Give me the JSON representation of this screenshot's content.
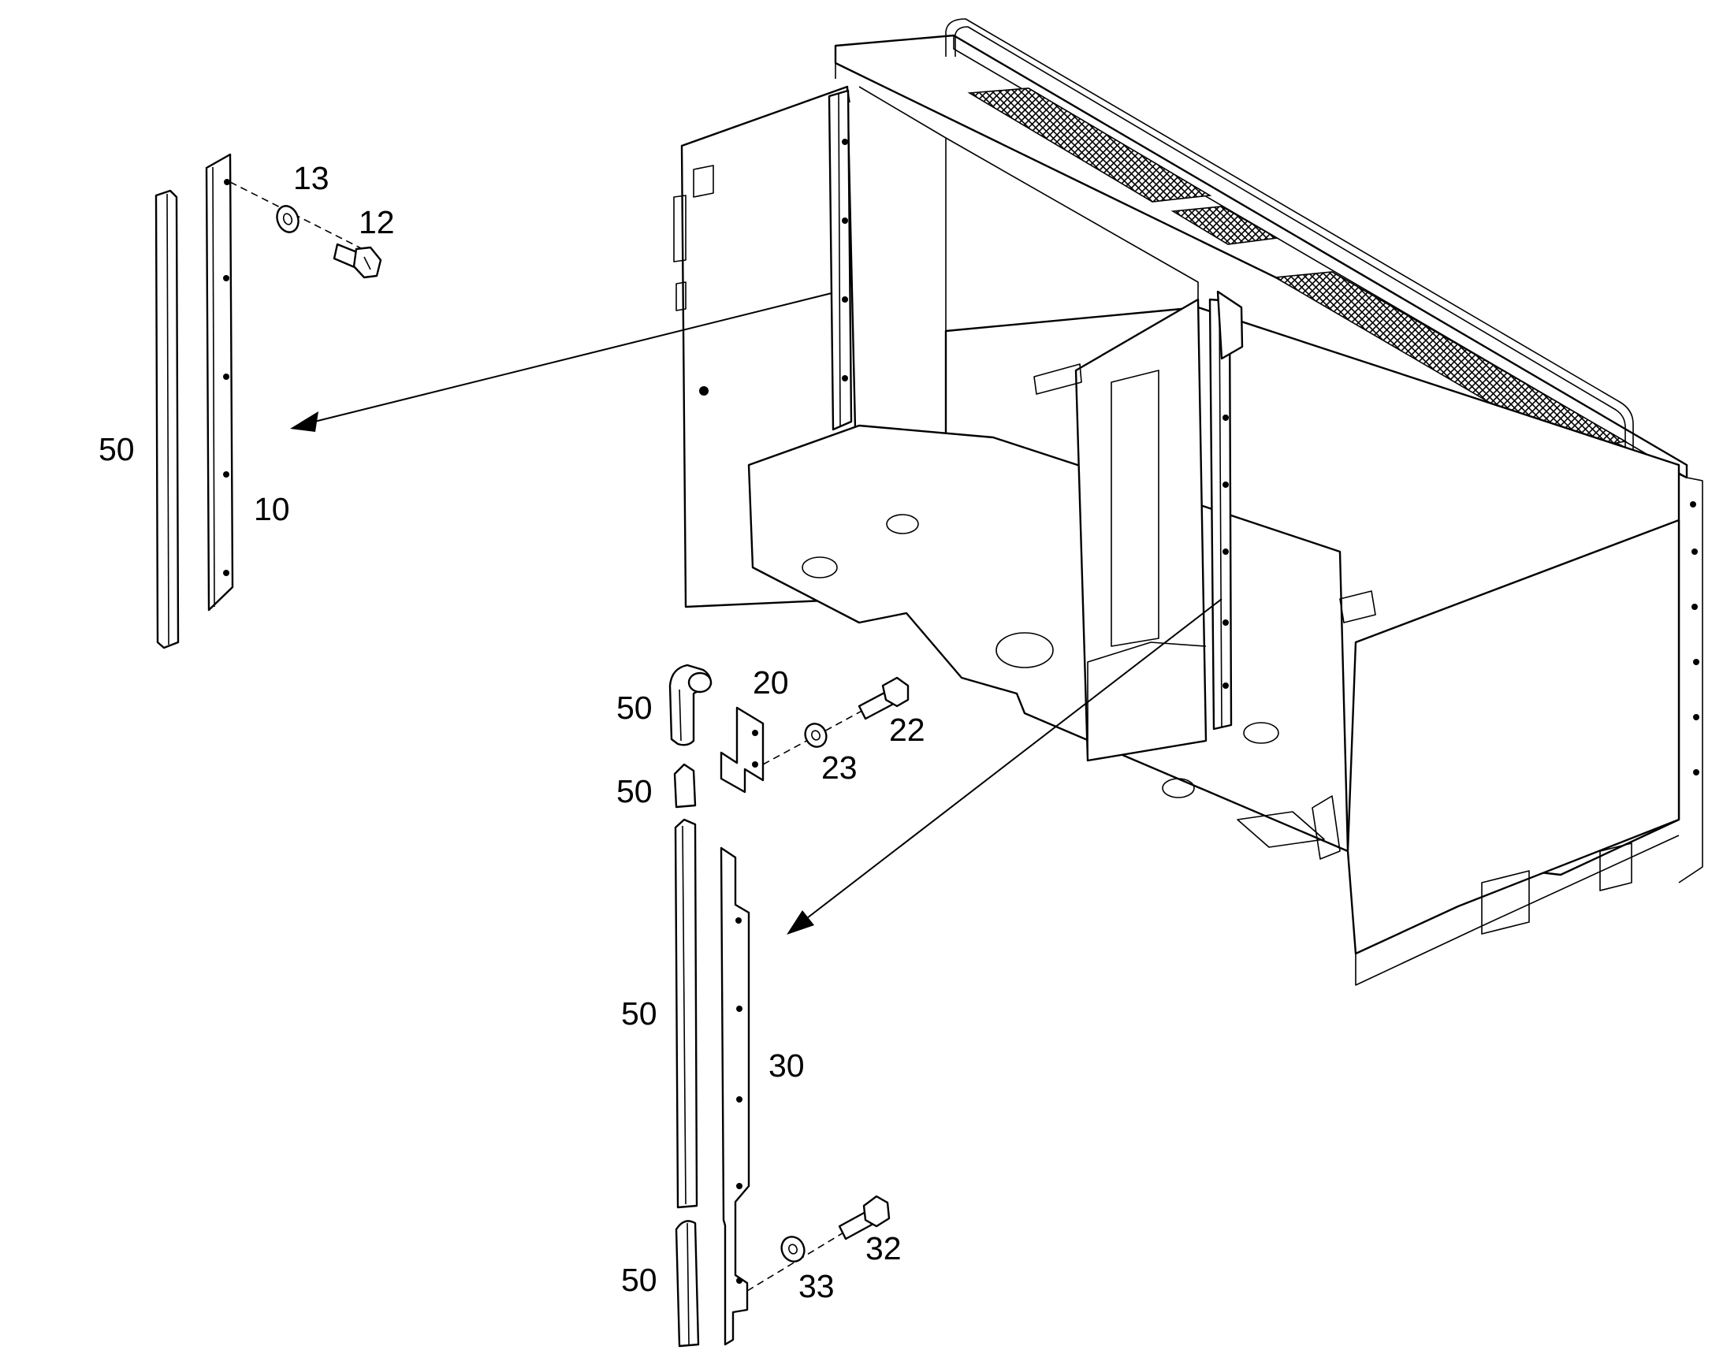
{
  "diagram": {
    "callouts": [
      {
        "id": "c10",
        "text": "10"
      },
      {
        "id": "c12",
        "text": "12"
      },
      {
        "id": "c13",
        "text": "13"
      },
      {
        "id": "c20",
        "text": "20"
      },
      {
        "id": "c22",
        "text": "22"
      },
      {
        "id": "c23",
        "text": "23"
      },
      {
        "id": "c30",
        "text": "30"
      },
      {
        "id": "c32",
        "text": "32"
      },
      {
        "id": "c33",
        "text": "33"
      },
      {
        "id": "c50a",
        "text": "50"
      },
      {
        "id": "c50b",
        "text": "50"
      },
      {
        "id": "c50c",
        "text": "50"
      },
      {
        "id": "c50d",
        "text": "50"
      },
      {
        "id": "c50e",
        "text": "50"
      }
    ]
  }
}
